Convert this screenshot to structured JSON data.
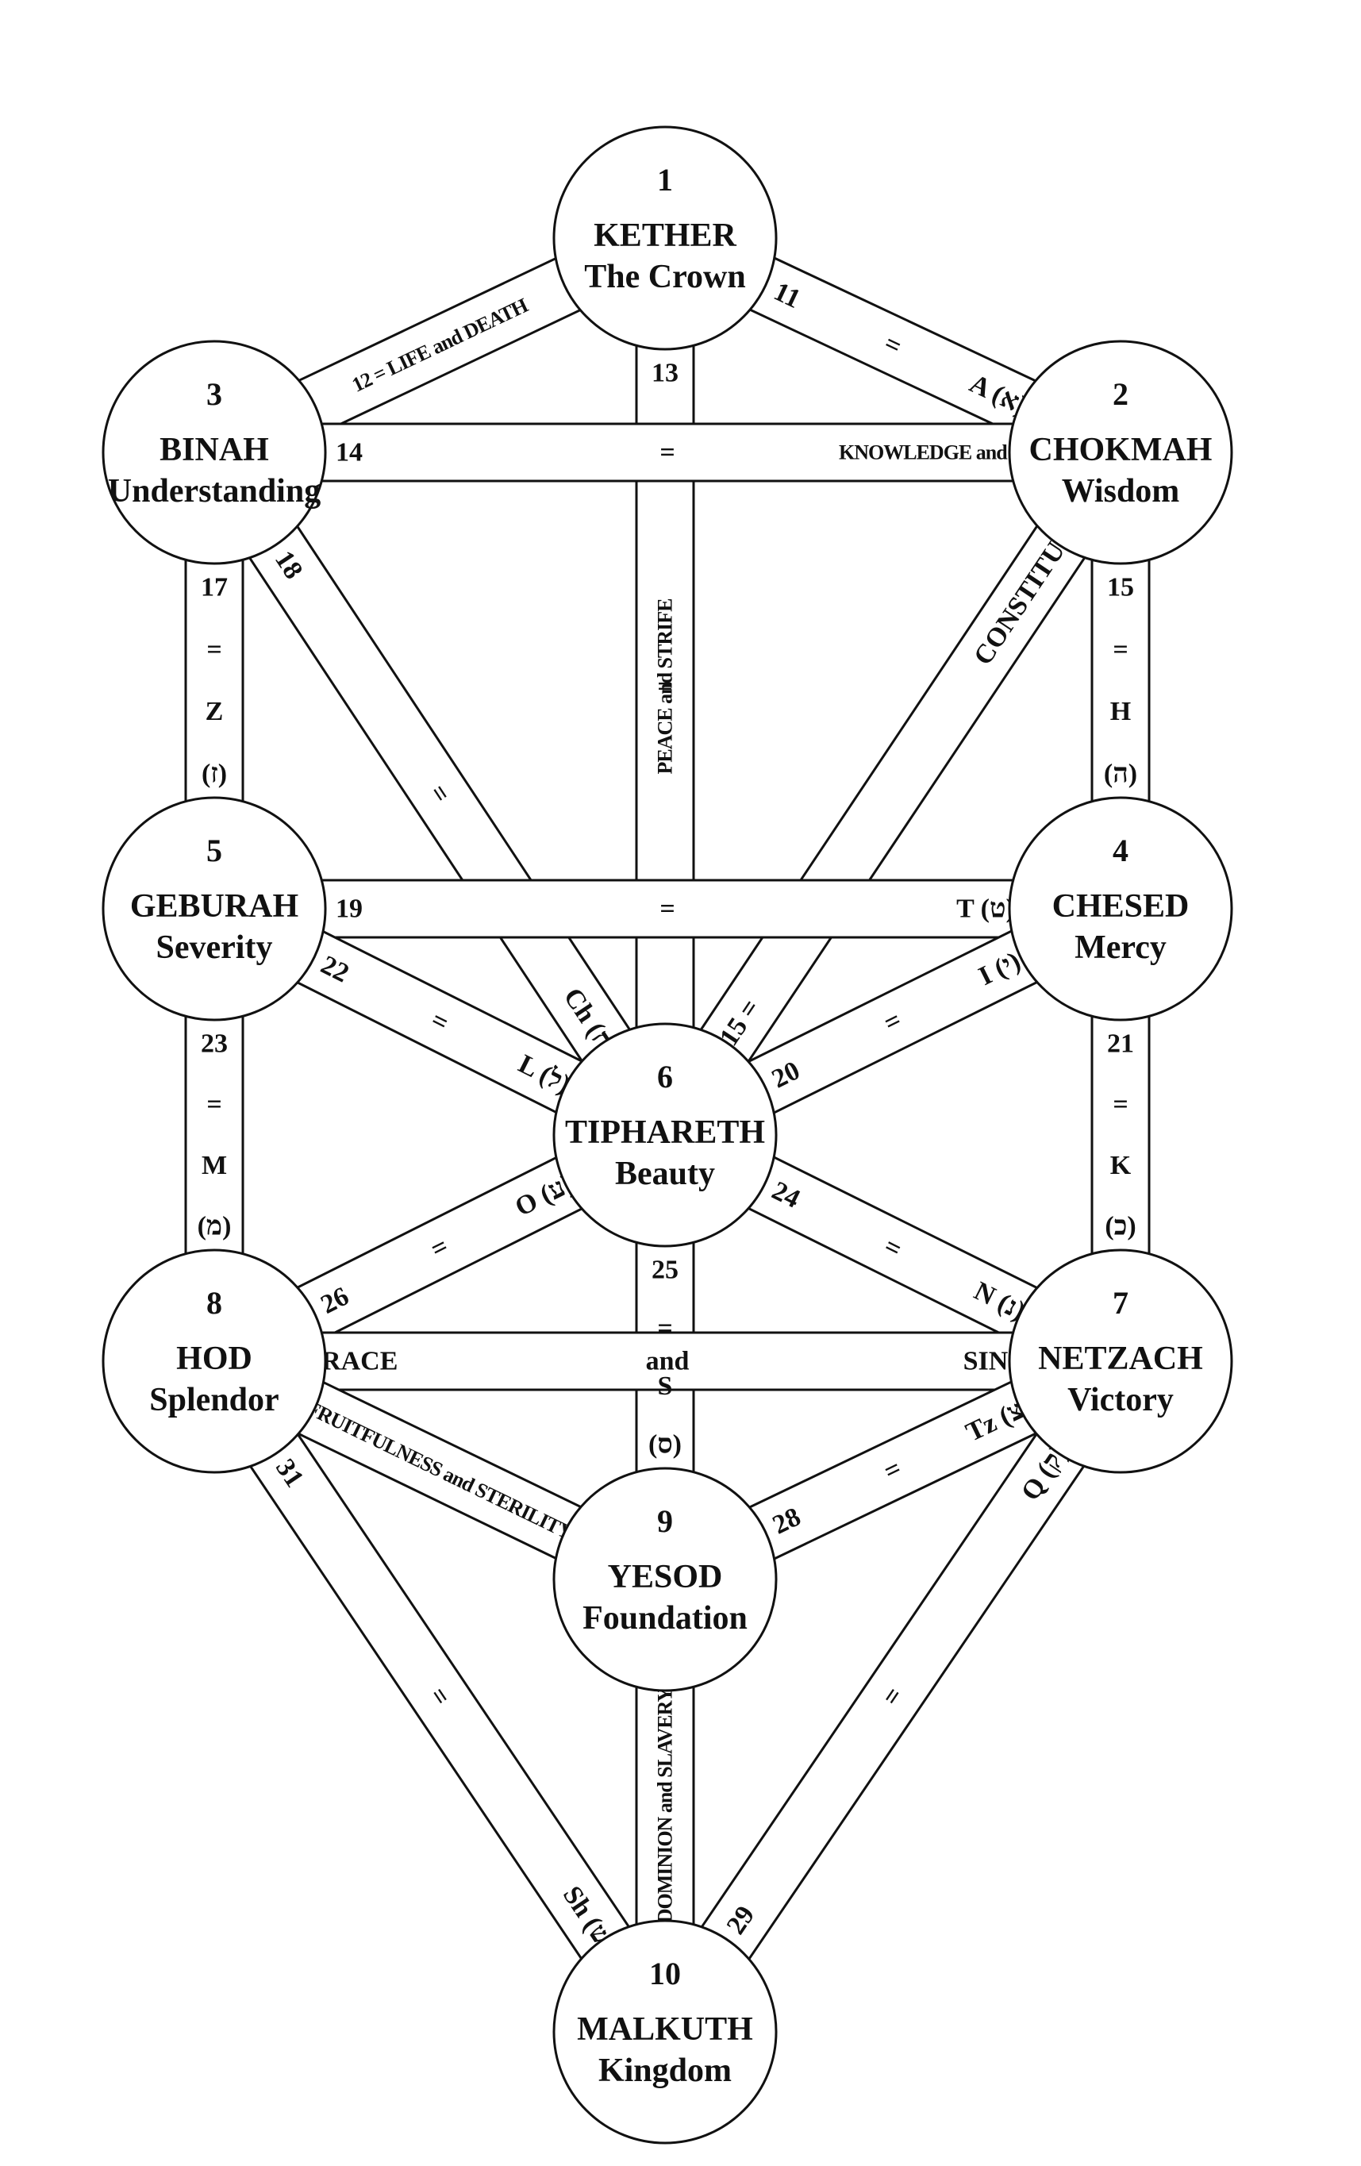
{
  "nodes": [
    {
      "id": 1,
      "num": "1",
      "name": "KETHER",
      "sub": "The Crown"
    },
    {
      "id": 2,
      "num": "2",
      "name": "CHOKMAH",
      "sub": "Wisdom"
    },
    {
      "id": 3,
      "num": "3",
      "name": "BINAH",
      "sub": "Understanding"
    },
    {
      "id": 4,
      "num": "4",
      "name": "CHESED",
      "sub": "Mercy"
    },
    {
      "id": 5,
      "num": "5",
      "name": "GEBURAH",
      "sub": "Severity"
    },
    {
      "id": 6,
      "num": "6",
      "name": "TIPHARETH",
      "sub": "Beauty"
    },
    {
      "id": 7,
      "num": "7",
      "name": "NETZACH",
      "sub": "Victory"
    },
    {
      "id": 8,
      "num": "8",
      "name": "HOD",
      "sub": "Splendor"
    },
    {
      "id": 9,
      "num": "9",
      "name": "YESOD",
      "sub": "Foundation"
    },
    {
      "id": 10,
      "num": "10",
      "name": "MALKUTH",
      "sub": "Kingdom"
    }
  ],
  "paths": [
    {
      "from": 1,
      "to": 2,
      "labels": [
        "11",
        "=",
        "A (א)"
      ]
    },
    {
      "from": 1,
      "to": 3,
      "labels": [
        "12 = LIFE and DEATH"
      ]
    },
    {
      "from": 1,
      "to": 6,
      "labels": [
        "13",
        "=",
        "PEACE and STRIFE"
      ]
    },
    {
      "from": 3,
      "to": 2,
      "labels": [
        "14",
        "=",
        "KNOWLEDGE and IGNORANCE"
      ]
    },
    {
      "from": 2,
      "to": 6,
      "labels": [
        "15 =",
        "CONSTITUTING L"
      ]
    },
    {
      "from": 2,
      "to": 4,
      "labels": [
        "15",
        "=",
        "H",
        "(ה)"
      ]
    },
    {
      "from": 3,
      "to": 5,
      "labels": [
        "17",
        "=",
        "Z",
        "(ז)"
      ]
    },
    {
      "from": 3,
      "to": 6,
      "labels": [
        "18",
        "=",
        "Ch (ח)"
      ]
    },
    {
      "from": 5,
      "to": 4,
      "labels": [
        "19",
        "=",
        "T (ט)"
      ]
    },
    {
      "from": 4,
      "to": 6,
      "labels": [
        "20",
        "=",
        "I (י)"
      ]
    },
    {
      "from": 4,
      "to": 7,
      "labels": [
        "21",
        "=",
        "K",
        "(כ)"
      ]
    },
    {
      "from": 5,
      "to": 6,
      "labels": [
        "22",
        "=",
        "L (ל)"
      ]
    },
    {
      "from": 5,
      "to": 8,
      "labels": [
        "23",
        "=",
        "M",
        "(מ)"
      ]
    },
    {
      "from": 6,
      "to": 7,
      "labels": [
        "24",
        "=",
        "N (נ)"
      ]
    },
    {
      "from": 6,
      "to": 9,
      "labels": [
        "25",
        "=",
        "S",
        "(ס)"
      ]
    },
    {
      "from": 8,
      "to": 6,
      "labels": [
        "26",
        "=",
        "O (ע)"
      ]
    },
    {
      "from": 8,
      "to": 7,
      "labels": [
        "GRACE",
        "and",
        "SIN"
      ]
    },
    {
      "from": 9,
      "to": 7,
      "labels": [
        "28",
        "=",
        "Tz (צ)"
      ]
    },
    {
      "from": 10,
      "to": 7,
      "labels": [
        "29",
        "=",
        "Q (ק)"
      ]
    },
    {
      "from": 8,
      "to": 9,
      "labels": [
        "FRUITFULNESS and STERILITY"
      ]
    },
    {
      "from": 8,
      "to": 10,
      "labels": [
        "31",
        "=",
        "Sh (ש)"
      ]
    },
    {
      "from": 9,
      "to": 10,
      "labels": [
        "DOMINION and SLAVERY"
      ]
    },
    {
      "from": 5,
      "to": 6,
      "labels": []
    },
    {
      "from": 3,
      "to": 6,
      "labels": []
    },
    {
      "from": 2,
      "to": 6,
      "labels": []
    },
    {
      "from": 4,
      "to": 6,
      "labels": []
    }
  ]
}
